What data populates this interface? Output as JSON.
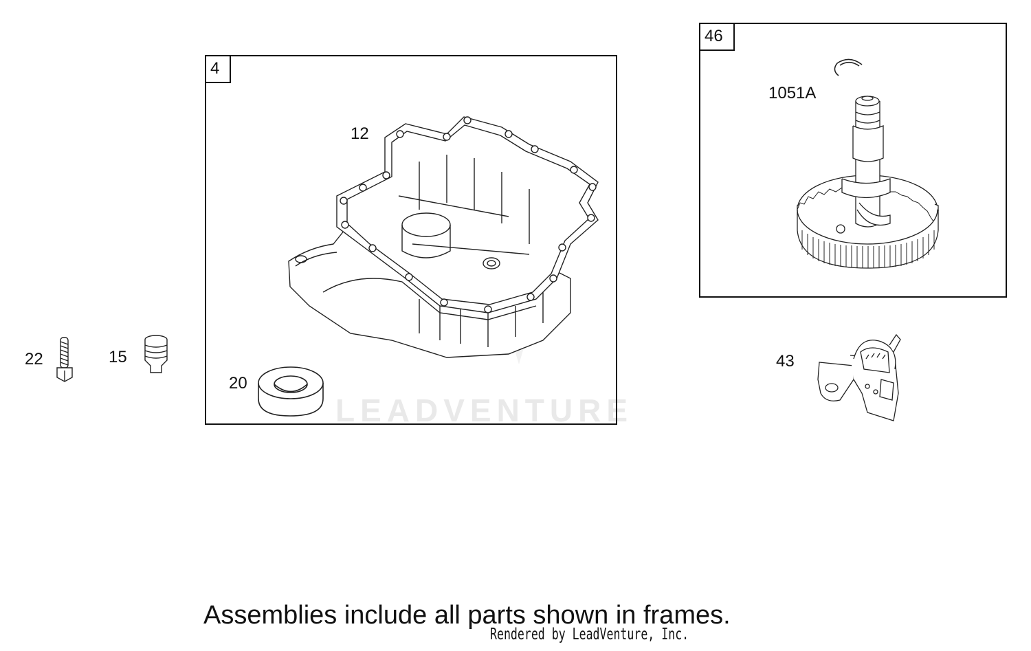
{
  "frames": [
    {
      "label": "4"
    },
    {
      "label": "46"
    }
  ],
  "callouts": {
    "p12": "12",
    "p20": "20",
    "p22": "22",
    "p15": "15",
    "p1051A": "1051A",
    "p43": "43"
  },
  "watermark": "LEADVENTURE",
  "footnote": "Assemblies include all parts shown in frames.",
  "credit": "Rendered by LeadVenture, Inc.",
  "icons": [
    "crankcase-sump-drawing",
    "oil-seal-drawing",
    "bolt-drawing",
    "plug-drawing",
    "retaining-ring-drawing",
    "camshaft-gear-drawing",
    "governor-bracket-drawing",
    "leadventure-logo"
  ]
}
